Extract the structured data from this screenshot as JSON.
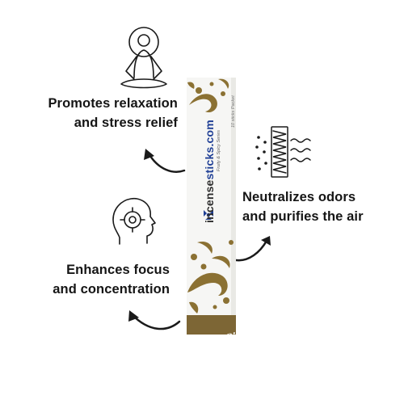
{
  "benefits": {
    "relaxation": {
      "line1": "Promotes relaxation",
      "line2": "and stress relief",
      "icon": "meditation-icon"
    },
    "odors": {
      "line1": "Neutralizes odors",
      "line2": "and purifies the air",
      "icon": "air-purifier-icon"
    },
    "focus": {
      "line1": "Enhances focus",
      "line2": "and concentration",
      "icon": "focus-head-icon"
    }
  },
  "package": {
    "brand_prefix": "incense",
    "brand_suffix": "sticks.com",
    "series": "Fruity & Spicy Series",
    "count": "10 sticks Packet",
    "flavor": "Cinnamon",
    "colors": {
      "gold": "#8b7133",
      "band": "#7d6635",
      "brand_blue": "#1f3f95"
    }
  },
  "colors": {
    "text": "#151515",
    "icon": "#1a1a1a"
  }
}
